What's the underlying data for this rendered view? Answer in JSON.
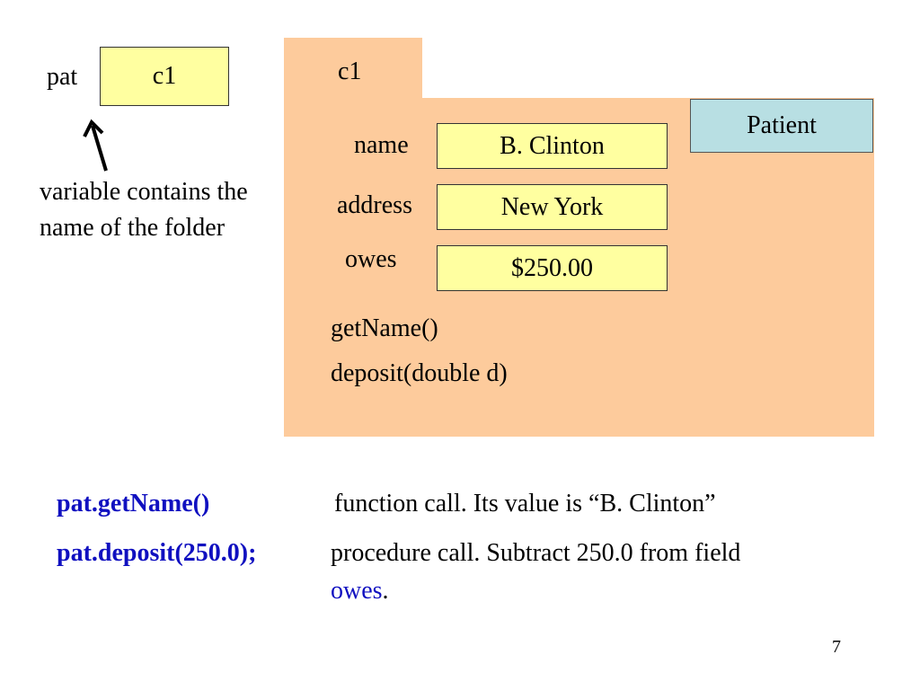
{
  "variable": {
    "name": "pat",
    "value": "c1"
  },
  "annotation": {
    "text": "variable contains the name of the folder"
  },
  "folder": {
    "name": "c1",
    "class_name": "Patient",
    "fields": [
      {
        "label": "name",
        "value": "B. Clinton"
      },
      {
        "label": "address",
        "value": "New York"
      },
      {
        "label": "owes",
        "value": "$250.00"
      }
    ],
    "methods": [
      "getName()",
      "deposit(double d)"
    ]
  },
  "examples": [
    {
      "code": "pat.getName()",
      "description": "function call. Its value is “B. Clinton”"
    },
    {
      "code": "pat.deposit(250.0);",
      "description": "procedure call. Subtract 250.0 from field",
      "field_word": "owes",
      "suffix": "."
    }
  ],
  "page_number": "7",
  "colors": {
    "folder": "#fdcb9c",
    "value_box": "#ffffa0",
    "class_box": "#b8dfe3",
    "code": "#1010c0"
  }
}
